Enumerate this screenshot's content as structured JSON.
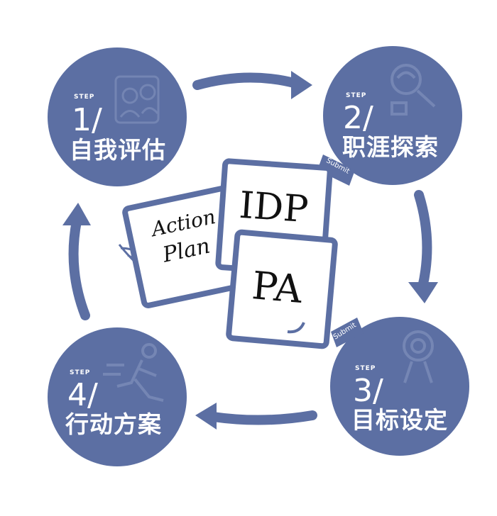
{
  "diagram": {
    "steps": [
      {
        "step_word": "STEP",
        "number": "1/",
        "title": "自我评估",
        "icon": "people-group-icon"
      },
      {
        "step_word": "STEP",
        "number": "2/",
        "title": "职涯探索",
        "icon": "magnifier-icon"
      },
      {
        "step_word": "STEP",
        "number": "3/",
        "title": "目标设定",
        "icon": "target-icon"
      },
      {
        "step_word": "STEP",
        "number": "4/",
        "title": "行动方案",
        "icon": "running-person-icon"
      }
    ],
    "submit_labels": [
      "Submit",
      "Submit"
    ],
    "documents": [
      {
        "text_line1": "Action",
        "text_line2": "Plan"
      },
      {
        "text_line1": "IDP"
      },
      {
        "text_line1": "PA"
      }
    ],
    "colors": {
      "circle": "#5c6fa3",
      "arrow": "#5c6fa3",
      "doc_border": "#5c6fa3",
      "icon_faint": "#7a8bb8"
    }
  }
}
